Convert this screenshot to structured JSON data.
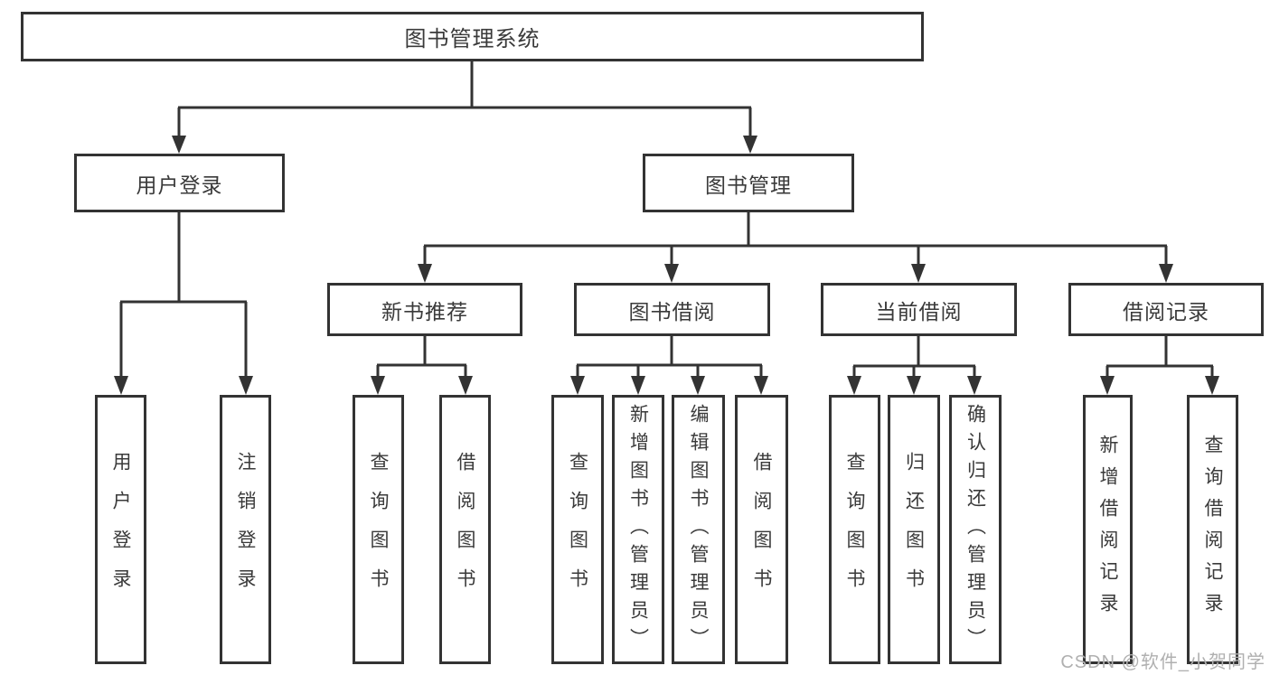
{
  "colors": {
    "line": "#333333",
    "box_border": "#333333",
    "text": "#3a3a3a",
    "background": "#ffffff",
    "watermark": "#b0b0b0"
  },
  "watermark": "CSDN @软件_小贺同学",
  "tree": {
    "label": "图书管理系统",
    "children": [
      {
        "label": "用户登录",
        "children": [
          {
            "label": "用户登录"
          },
          {
            "label": "注销登录"
          }
        ]
      },
      {
        "label": "图书管理",
        "children": [
          {
            "label": "新书推荐",
            "children": [
              {
                "label": "查询图书"
              },
              {
                "label": "借阅图书"
              }
            ]
          },
          {
            "label": "图书借阅",
            "children": [
              {
                "label": "查询图书"
              },
              {
                "label": "新增图书（管理员）"
              },
              {
                "label": "编辑图书（管理员）"
              },
              {
                "label": "借阅图书"
              }
            ]
          },
          {
            "label": "当前借阅",
            "children": [
              {
                "label": "查询图书"
              },
              {
                "label": "归还图书"
              },
              {
                "label": "确认归还（管理员）"
              }
            ]
          },
          {
            "label": "借阅记录",
            "children": [
              {
                "label": "新增借阅记录"
              },
              {
                "label": "查询借阅记录"
              }
            ]
          }
        ]
      }
    ]
  }
}
